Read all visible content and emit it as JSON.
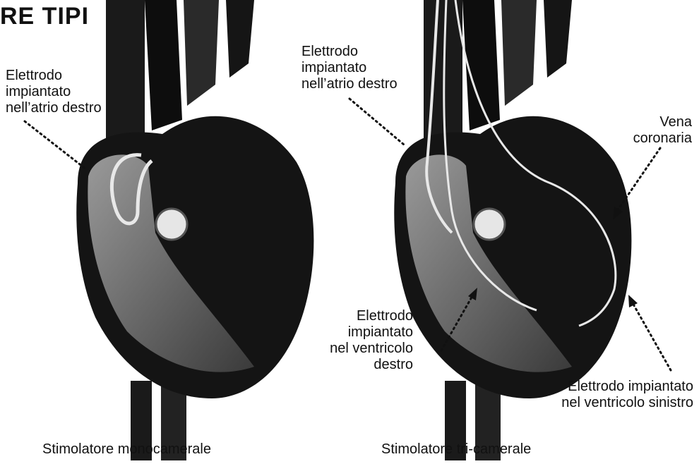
{
  "title": "RE TIPI",
  "left_panel": {
    "label_atrium": "Elettrodo\nimpiantato\nnell’atrio destro",
    "caption": "Stimolatore monocamerale"
  },
  "right_panel": {
    "label_atrium": "Elettrodo\nimpiantato\nnell’atrio destro",
    "label_vein": "Vena\ncoronaria",
    "label_right_ventricle": "Elettrodo\nimpiantato\nnel ventricolo\ndestro",
    "label_left_ventricle": "Elettrodo impiantato\nnel ventricolo sinistro",
    "caption": "Stimolatore tri-camerale"
  }
}
